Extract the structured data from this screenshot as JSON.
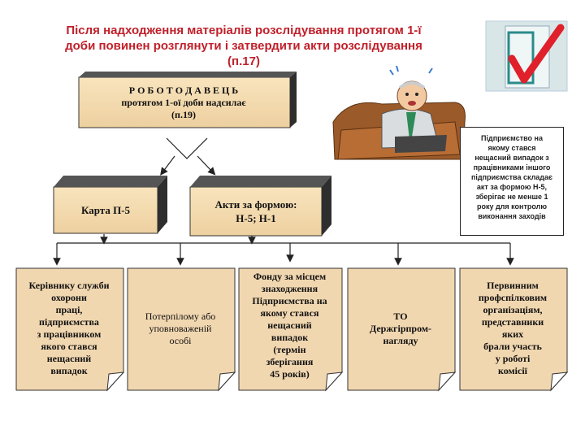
{
  "title": {
    "lines": [
      "Після надходження матеріалів розслідування протягом 1-ї",
      "доби повинен розглянути і затвердити акти розслідування",
      "(п.17)"
    ]
  },
  "employer": {
    "lines": [
      "Р О Б О Т О Д А В Е Ц Ь",
      "протягом 1-ої доби надсилає",
      "(п.19)"
    ]
  },
  "karta": {
    "label": "Карта П-5"
  },
  "akty": {
    "lines": [
      "Акти за формою:",
      "Н-5; Н-1"
    ]
  },
  "note": {
    "lines": [
      "Підприємство на",
      "якому стався",
      "нещасний випадок з",
      "працівниками іншого",
      "підприємства складає",
      "акт за формою Н-5,",
      "зберігає не менше 1",
      "року для контролю",
      "виконання заходів"
    ]
  },
  "recipients": [
    {
      "lines": [
        "Керівнику служби",
        "охорони",
        "праці,",
        "підприємства",
        "з працівником",
        "якого стався",
        "нещасний",
        "випадок"
      ]
    },
    {
      "lines": [
        "Потерпілому або",
        "уповноваженій",
        "особі"
      ]
    },
    {
      "lines": [
        "Фонду за місцем",
        "знаходження",
        "Підприємства на",
        "якому стався",
        "нещасний",
        "випадок",
        "(термін",
        "зберігання",
        "45 років)"
      ]
    },
    {
      "lines": [
        "ТО",
        "Держгірпром-",
        "нагляду"
      ]
    },
    {
      "lines": [
        "Первинним",
        "профспілковим",
        "організаціям,",
        "представники",
        "яких",
        "брали участь",
        "у роботі",
        "комісії"
      ]
    }
  ],
  "colors": {
    "title": "#c0202a",
    "box_face": "#f4d9a8",
    "box_side": "#2e2e2e",
    "doc_face": "#f1d7b0",
    "check": "#e0202a"
  }
}
